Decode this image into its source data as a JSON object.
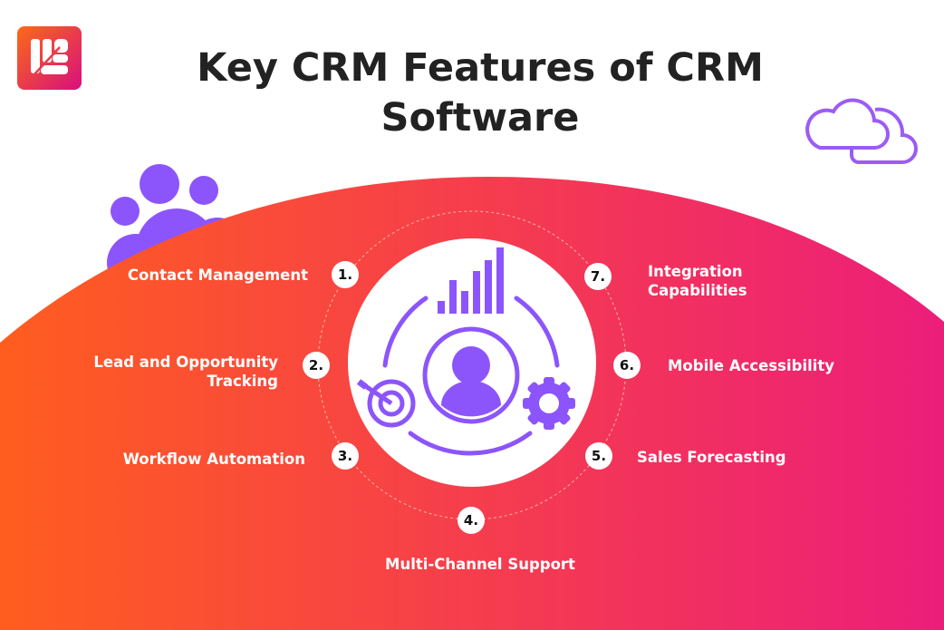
{
  "title": {
    "line1": "Key CRM Features of CRM",
    "line2": "Software"
  },
  "features": [
    {
      "number": "1.",
      "label": "Contact Management"
    },
    {
      "number": "2.",
      "label_line1": "Lead and Opportunity",
      "label_line2": "Tracking"
    },
    {
      "number": "3.",
      "label": "Workflow Automation"
    },
    {
      "number": "4.",
      "label": "Multi-Channel Support"
    },
    {
      "number": "5.",
      "label": "Sales Forecasting"
    },
    {
      "number": "6.",
      "label": "Mobile Accessibility"
    },
    {
      "number": "7.",
      "label_line1": "Integration",
      "label_line2": "Capabilities"
    }
  ],
  "icons": [
    "logo-icon",
    "users-icon",
    "cloud-icon",
    "bar-chart-icon",
    "user-icon",
    "target-icon",
    "gear-icon"
  ],
  "colors": {
    "gradient_start": "#ff5d1f",
    "gradient_end": "#ec1e7a",
    "accent": "#8c55fb",
    "title": "#222222"
  }
}
